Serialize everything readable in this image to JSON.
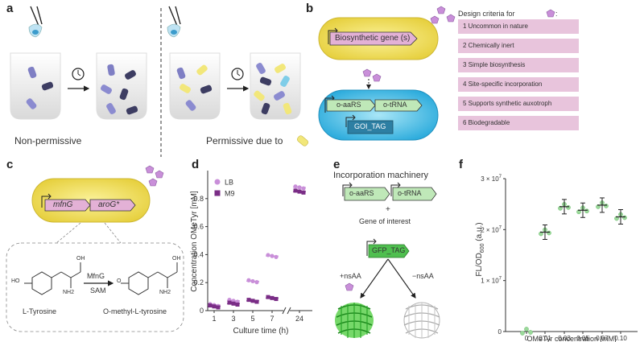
{
  "panels": {
    "a": {
      "letter": "a",
      "left_caption": "Non-permissive",
      "right_caption": "Permissive due to"
    },
    "b": {
      "letter": "b",
      "gene_label": "Biosynthetic gene (s)",
      "aars_label": "o-aaRS",
      "trna_label": "o-tRNA",
      "goi_label": "GOI_TAG",
      "criteria_title": "Design criteria for",
      "criteria": [
        "1  Uncommon in nature",
        "2  Chemically inert",
        "3  Simple biosynthesis",
        "4  Site-specific incorporation",
        "5  Supports synthetic auxotroph",
        "6  Biodegradable"
      ]
    },
    "c": {
      "letter": "c",
      "gene1": "mfnG",
      "gene2": "aroG*",
      "enzyme": "MfnG",
      "cofactor": "SAM",
      "substrate": "L-Tyrosine",
      "product": "O-methyl-L-tyrosine",
      "ho_label": "HO",
      "nh2_label": "NH2",
      "oh_label": "OH",
      "o_label": "O"
    },
    "d": {
      "letter": "d",
      "ylabel": "Concentration OMeTyr [mM]",
      "xlabel": "Culture time (h)",
      "legend": [
        "LB",
        "M9"
      ]
    },
    "e": {
      "letter": "e",
      "title": "Incorporation machinery",
      "aars_label": "o-aaRS",
      "trna_label": "o-tRNA",
      "plus": "+",
      "goi_title": "Gene of interest",
      "gfp_label": "GFP_TAG",
      "with_label": "+nsAA",
      "without_label": "−nsAA"
    },
    "f": {
      "letter": "f",
      "xlabel": "OMeTyr concentration [mM]"
    }
  },
  "chart_data": [
    {
      "type": "scatter",
      "panel": "d",
      "title": "",
      "xlabel": "Culture time (h)",
      "ylabel": "Concentration OMeTyr [mM]",
      "categories": [
        "1",
        "3",
        "5",
        "7",
        "24"
      ],
      "ylim": [
        0,
        1.0
      ],
      "yticks": [
        "0",
        "0.2",
        "0.4",
        "0.6",
        "0.8"
      ],
      "series": [
        {
          "name": "LB",
          "color": "#c98fd9",
          "values": [
            0.04,
            0.07,
            0.21,
            0.39,
            0.88
          ]
        },
        {
          "name": "M9",
          "color": "#7a2d86",
          "values": [
            0.03,
            0.05,
            0.07,
            0.09,
            0.85
          ]
        }
      ]
    },
    {
      "type": "scatter",
      "panel": "f",
      "title": "",
      "xlabel": "OMeTyr concentration [mM]",
      "ylabel": "FL/OD600 (a.u.)",
      "categories": [
        "0",
        "0.01",
        "0.03",
        "0.05",
        "0.07",
        "0.10"
      ],
      "ylim": [
        0,
        3.0
      ],
      "y_exponent": 7,
      "yticks": [
        "0",
        "1 × 10^7",
        "2 × 10^7",
        "3 × 10^7"
      ],
      "point_color": "#9bd99b",
      "series": [
        {
          "name": "",
          "values": [
            0.0,
            1.95,
            2.45,
            2.38,
            2.48,
            2.25
          ]
        }
      ]
    }
  ],
  "colors": {
    "cell_yellow": "#f3e56a",
    "cell_blue": "#4cc3e8",
    "criteria_pink": "#e8c4dc",
    "gene_pink": "#e3b1d6",
    "gene_green": "#bfe8b8",
    "gfp_green": "#4fbf4f"
  }
}
